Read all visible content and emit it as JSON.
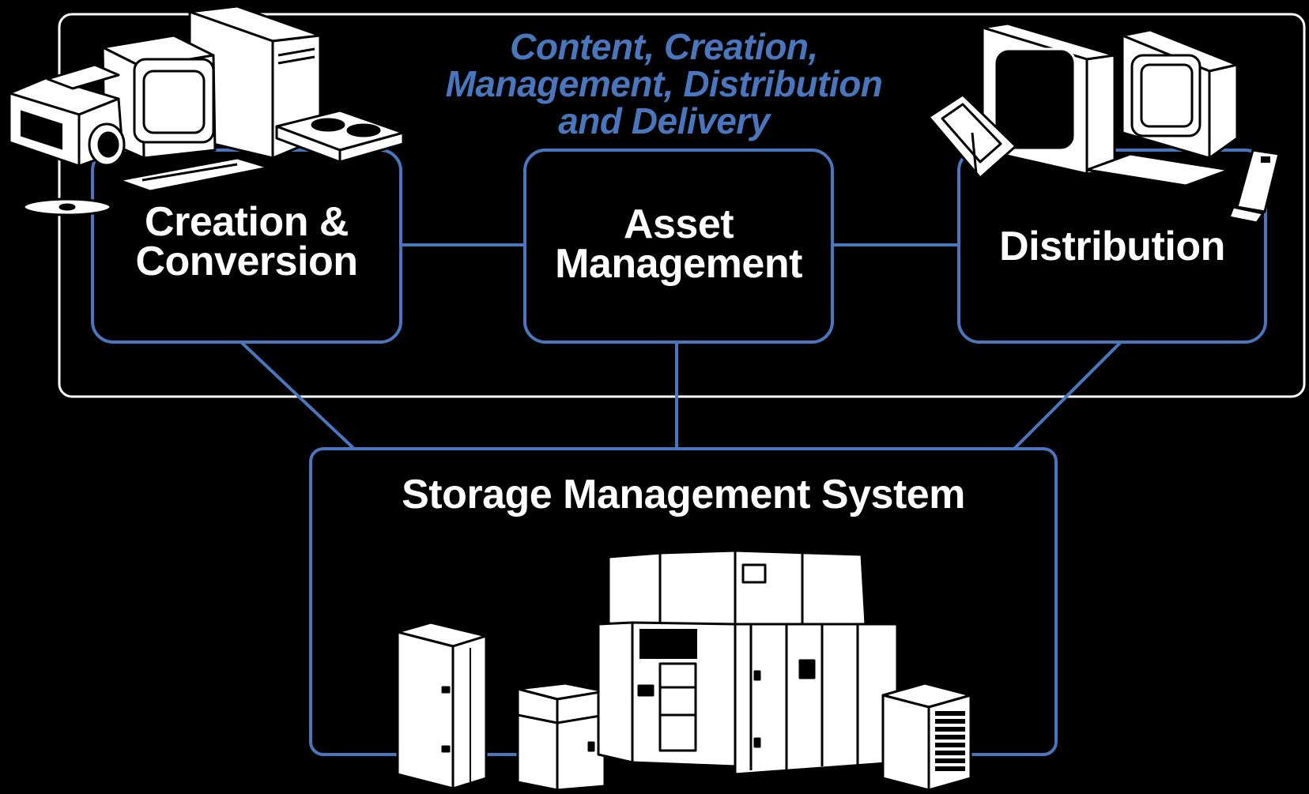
{
  "heading": {
    "lines": [
      "Content, Creation,",
      "Management, Distribution",
      "and Delivery"
    ]
  },
  "nodes": {
    "creation": {
      "lines": [
        "Creation &",
        "Conversion"
      ]
    },
    "asset": {
      "lines": [
        "Asset",
        "Management"
      ]
    },
    "distribution": {
      "lines": [
        "Distribution"
      ]
    },
    "storage": {
      "lines": [
        "Storage Management System"
      ]
    }
  },
  "colors": {
    "background": "#000000",
    "outer_frame": "#ffffff",
    "box_border": "#4a76bd",
    "heading_text": "#4a76bd",
    "label_text": "#ffffff"
  },
  "icons": [
    "workstation-icon",
    "video-camera-icon",
    "optical-disc-icon",
    "drive-tray-icon",
    "desktop-monitor-icon",
    "pen-tablet-icon",
    "flat-monitor-icon",
    "phone-icon",
    "tower-server-icon",
    "small-server-icon",
    "tape-library-icon",
    "cabinet-server-icon",
    "rack-storage-icon"
  ]
}
